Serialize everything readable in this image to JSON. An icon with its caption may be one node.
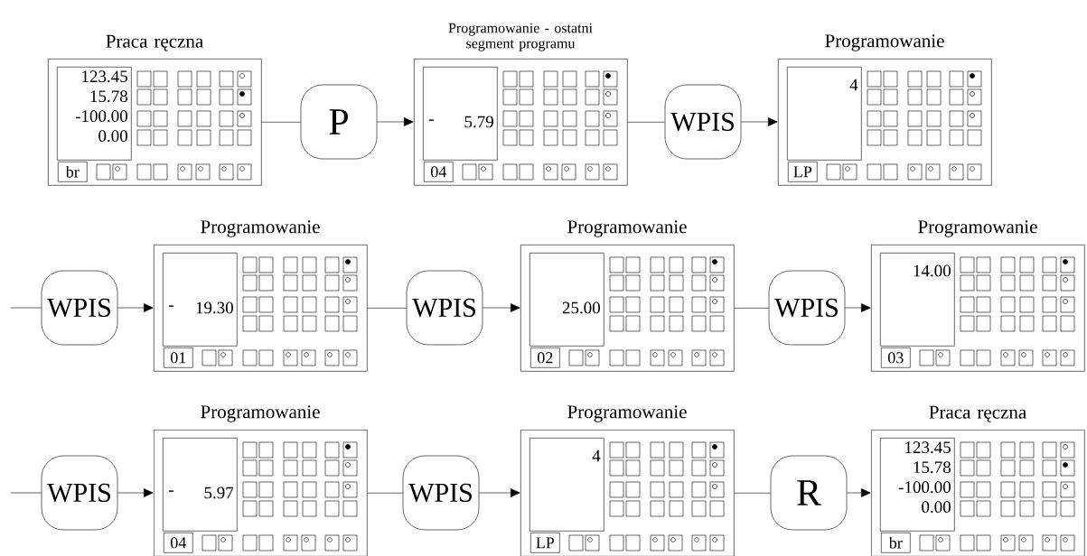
{
  "diagram": {
    "nodes": [
      {
        "text": [
          "Praca ręczna"
        ]
      },
      {
        "text": [
          "123.45",
          "15.78",
          "-100.00",
          "0.00"
        ],
        "in": 0
      },
      {
        "text": [
          "br"
        ],
        "in": 0
      },
      {
        "text": [
          "P"
        ]
      },
      {
        "text": [
          "Programowanie - ostatni segment programu"
        ]
      },
      {
        "text": [
          "-",
          "5.79"
        ],
        "in": 4
      },
      {
        "text": [
          "04"
        ],
        "in": 4
      },
      {
        "text": [
          "WPIS"
        ]
      },
      {
        "text": [
          "Programowanie"
        ]
      },
      {
        "text": [
          "4"
        ],
        "in": 8
      },
      {
        "text": [
          "LP"
        ],
        "in": 8
      },
      {
        "text": [
          "WPIS"
        ]
      },
      {
        "text": [
          "Programowanie"
        ]
      },
      {
        "text": [
          "-",
          "19.30"
        ],
        "in": 12
      },
      {
        "text": [
          "01"
        ],
        "in": 12
      },
      {
        "text": [
          "WPIS"
        ]
      },
      {
        "text": [
          "Programowanie"
        ]
      },
      {
        "text": [
          "25.00"
        ],
        "in": 16
      },
      {
        "text": [
          "02"
        ],
        "in": 16
      },
      {
        "text": [
          "WPIS"
        ]
      },
      {
        "text": [
          "Programowanie"
        ]
      },
      {
        "text": [
          "14.00"
        ],
        "in": 20
      },
      {
        "text": [
          "03"
        ],
        "in": 20
      },
      {
        "text": [
          "WPIS"
        ]
      },
      {
        "text": [
          "Programowanie"
        ]
      },
      {
        "text": [
          "-",
          "5.97"
        ],
        "in": 24
      },
      {
        "text": [
          "04"
        ],
        "in": 24
      },
      {
        "text": [
          "WPIS"
        ]
      },
      {
        "text": [
          "Programowanie"
        ]
      },
      {
        "text": [
          "4"
        ],
        "in": 28
      },
      {
        "text": [
          "LP"
        ],
        "in": 28
      },
      {
        "text": [
          "R"
        ]
      },
      {
        "text": [
          "Praca ręczna"
        ]
      },
      {
        "text": [
          "123.45",
          "15.78",
          "-100.00",
          "0.00"
        ],
        "in": 32
      },
      {
        "text": [
          "br"
        ],
        "in": 32
      }
    ],
    "edges": [
      {
        "from": 0,
        "to": 3,
        "arrow": "none"
      },
      {
        "from": 3,
        "to": 4,
        "arrow": "to"
      },
      {
        "from": 4,
        "to": 7,
        "arrow": "none"
      },
      {
        "from": 7,
        "to": 8,
        "arrow": "to"
      },
      {
        "from": null,
        "to": 11,
        "arrow": "none"
      },
      {
        "from": 11,
        "to": 12,
        "arrow": "to"
      },
      {
        "from": 12,
        "to": 15,
        "arrow": "none"
      },
      {
        "from": 15,
        "to": 16,
        "arrow": "to"
      },
      {
        "from": 16,
        "to": 19,
        "arrow": "none"
      },
      {
        "from": 19,
        "to": 20,
        "arrow": "to"
      },
      {
        "from": null,
        "to": 23,
        "arrow": "none"
      },
      {
        "from": 23,
        "to": 24,
        "arrow": "to"
      },
      {
        "from": 24,
        "to": 27,
        "arrow": "none"
      },
      {
        "from": 27,
        "to": 28,
        "arrow": "to"
      },
      {
        "from": 28,
        "to": 31,
        "arrow": "none"
      },
      {
        "from": 31,
        "to": 32,
        "arrow": "to"
      }
    ]
  }
}
